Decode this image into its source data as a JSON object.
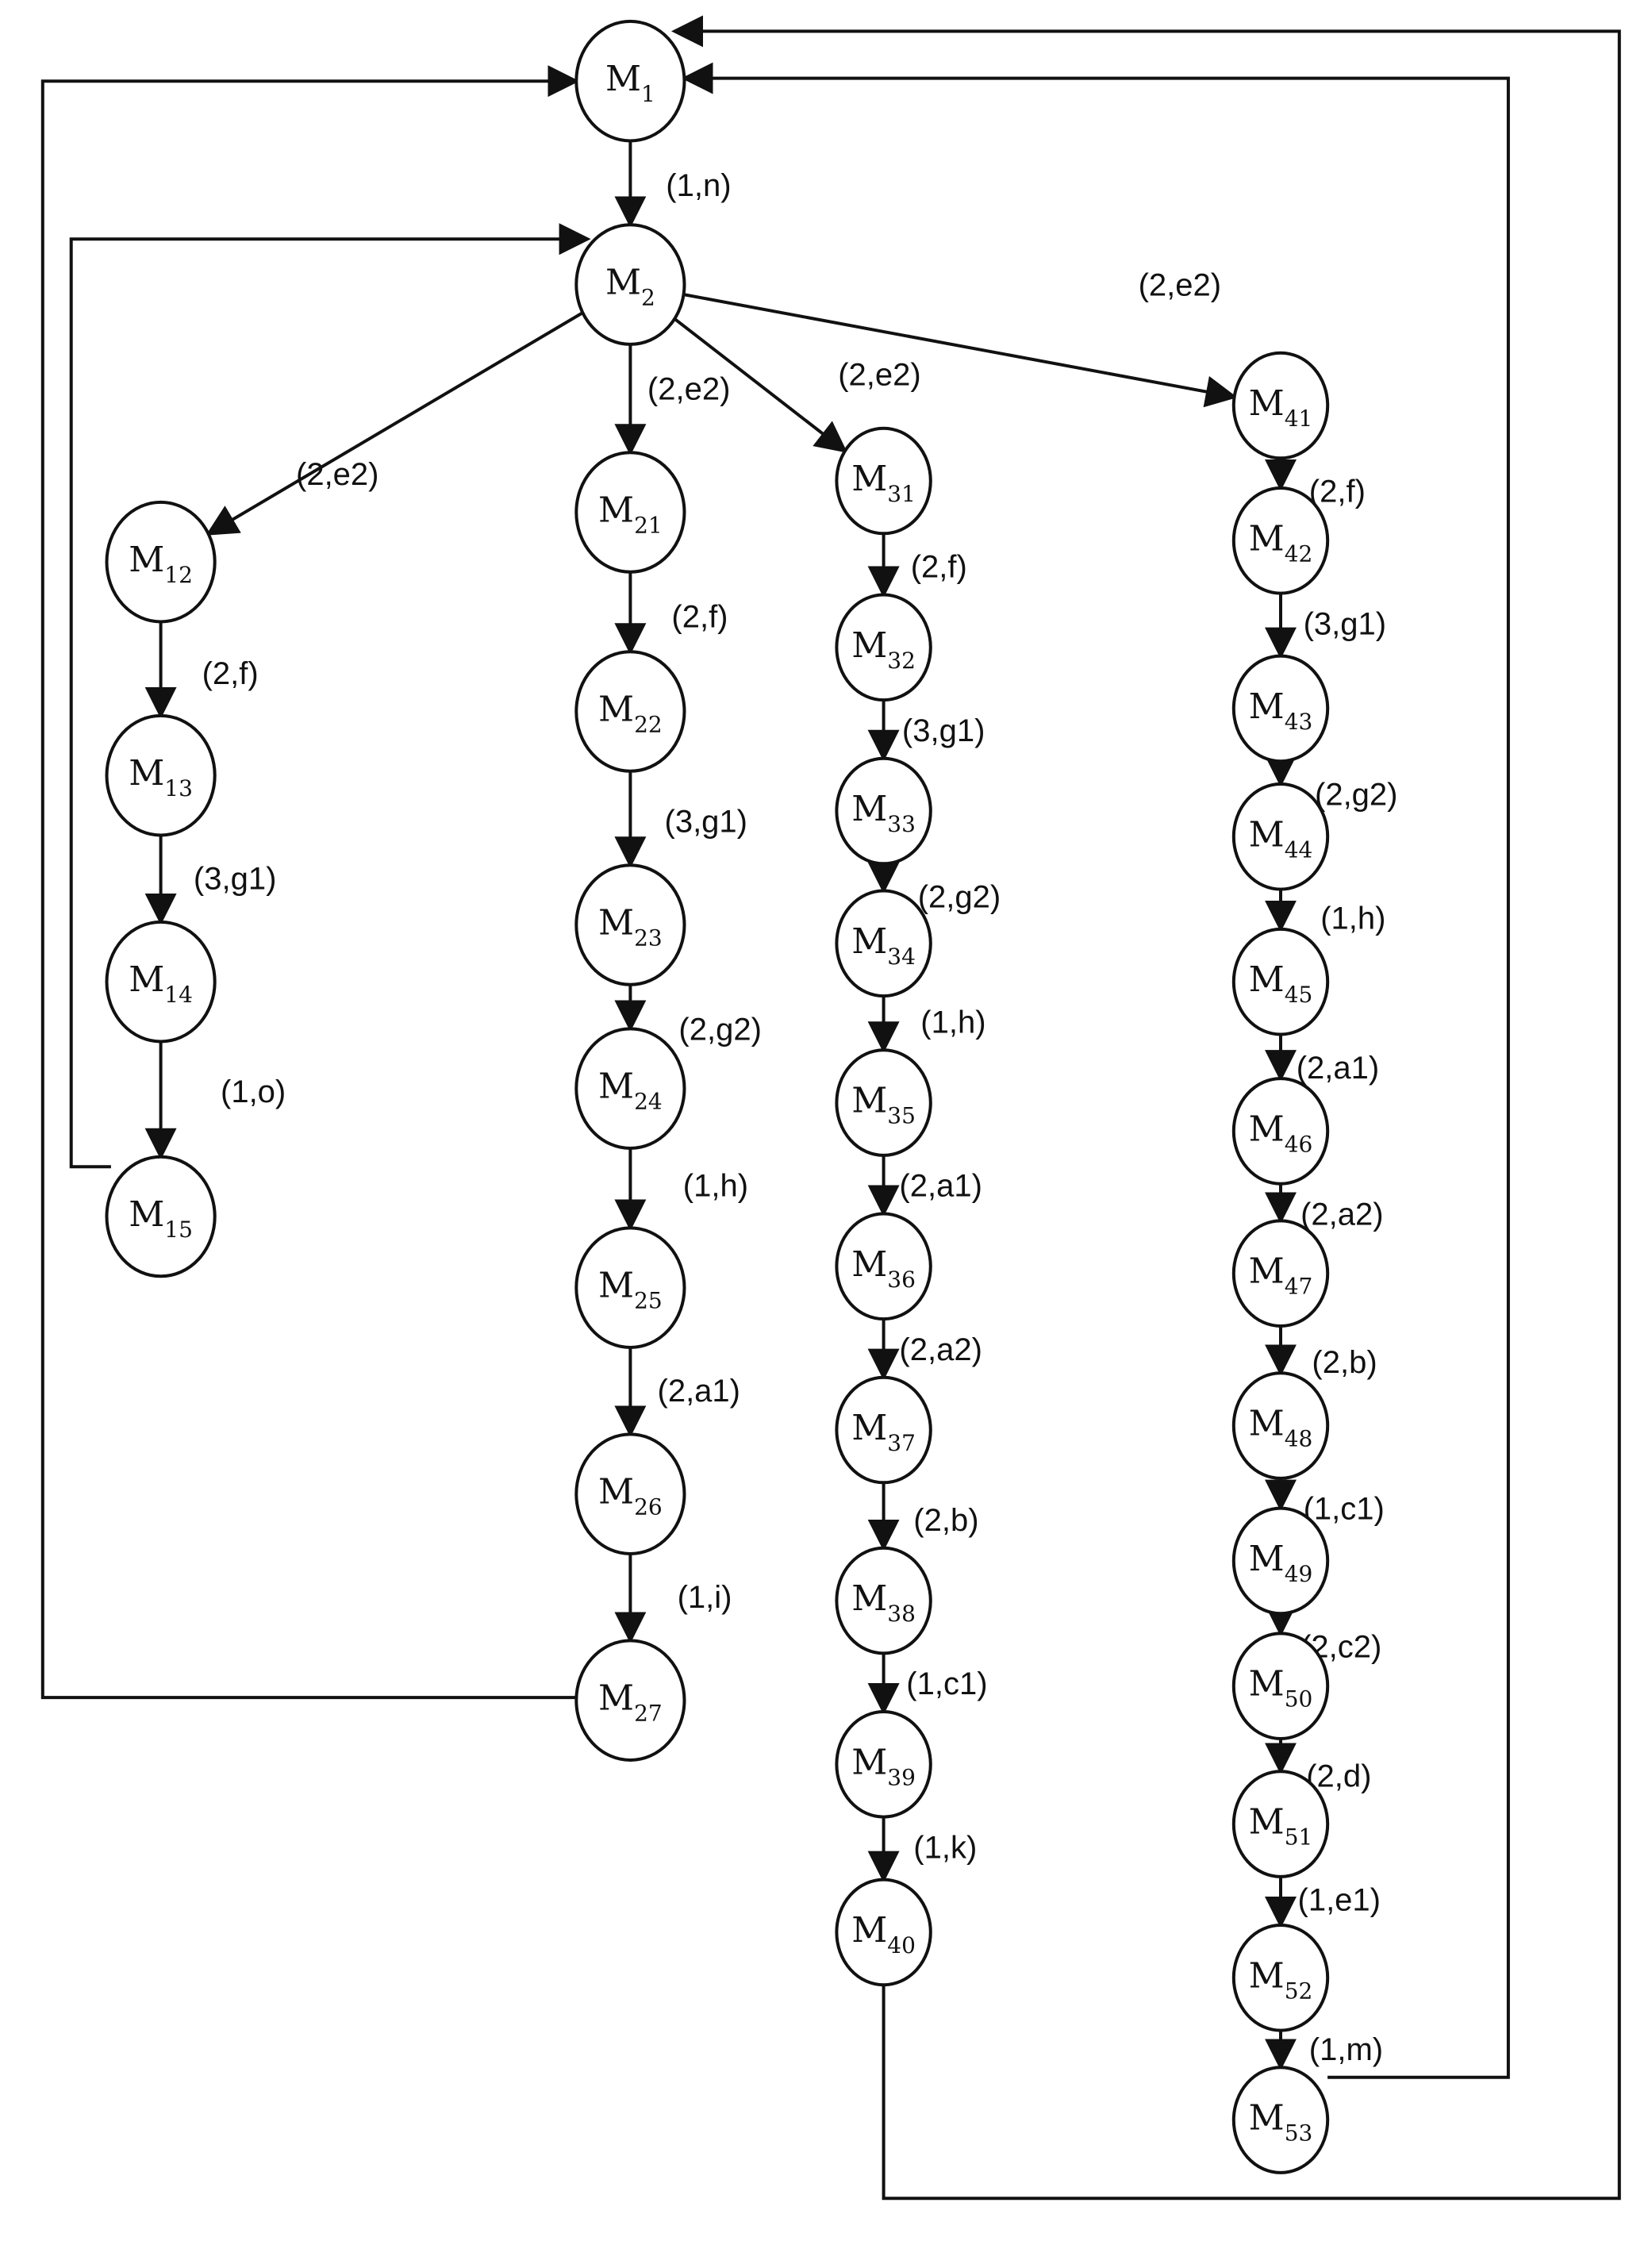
{
  "nodes": [
    {
      "id": "M1",
      "label": "M",
      "sub": "1"
    },
    {
      "id": "M2",
      "label": "M",
      "sub": "2"
    },
    {
      "id": "M12",
      "label": "M",
      "sub": "12"
    },
    {
      "id": "M13",
      "label": "M",
      "sub": "13"
    },
    {
      "id": "M14",
      "label": "M",
      "sub": "14"
    },
    {
      "id": "M15",
      "label": "M",
      "sub": "15"
    },
    {
      "id": "M21",
      "label": "M",
      "sub": "21"
    },
    {
      "id": "M22",
      "label": "M",
      "sub": "22"
    },
    {
      "id": "M23",
      "label": "M",
      "sub": "23"
    },
    {
      "id": "M24",
      "label": "M",
      "sub": "24"
    },
    {
      "id": "M25",
      "label": "M",
      "sub": "25"
    },
    {
      "id": "M26",
      "label": "M",
      "sub": "26"
    },
    {
      "id": "M27",
      "label": "M",
      "sub": "27"
    },
    {
      "id": "M31",
      "label": "M",
      "sub": "31"
    },
    {
      "id": "M32",
      "label": "M",
      "sub": "32"
    },
    {
      "id": "M33",
      "label": "M",
      "sub": "33"
    },
    {
      "id": "M34",
      "label": "M",
      "sub": "34"
    },
    {
      "id": "M35",
      "label": "M",
      "sub": "35"
    },
    {
      "id": "M36",
      "label": "M",
      "sub": "36"
    },
    {
      "id": "M37",
      "label": "M",
      "sub": "37"
    },
    {
      "id": "M38",
      "label": "M",
      "sub": "38"
    },
    {
      "id": "M39",
      "label": "M",
      "sub": "39"
    },
    {
      "id": "M40",
      "label": "M",
      "sub": "40"
    },
    {
      "id": "M41",
      "label": "M",
      "sub": "41"
    },
    {
      "id": "M42",
      "label": "M",
      "sub": "42"
    },
    {
      "id": "M43",
      "label": "M",
      "sub": "43"
    },
    {
      "id": "M44",
      "label": "M",
      "sub": "44"
    },
    {
      "id": "M45",
      "label": "M",
      "sub": "45"
    },
    {
      "id": "M46",
      "label": "M",
      "sub": "46"
    },
    {
      "id": "M47",
      "label": "M",
      "sub": "47"
    },
    {
      "id": "M48",
      "label": "M",
      "sub": "48"
    },
    {
      "id": "M49",
      "label": "M",
      "sub": "49"
    },
    {
      "id": "M50",
      "label": "M",
      "sub": "50"
    },
    {
      "id": "M51",
      "label": "M",
      "sub": "51"
    },
    {
      "id": "M52",
      "label": "M",
      "sub": "52"
    },
    {
      "id": "M53",
      "label": "M",
      "sub": "53"
    }
  ],
  "edges": [
    {
      "from": "M1",
      "to": "M2",
      "label": "(1,n)"
    },
    {
      "from": "M2",
      "to": "M12",
      "label": "(2,e2)"
    },
    {
      "from": "M2",
      "to": "M21",
      "label": "(2,e2)"
    },
    {
      "from": "M2",
      "to": "M31",
      "label": "(2,e2)"
    },
    {
      "from": "M2",
      "to": "M41",
      "label": "(2,e2)"
    },
    {
      "from": "M12",
      "to": "M13",
      "label": "(2,f)"
    },
    {
      "from": "M13",
      "to": "M14",
      "label": "(3,g1)"
    },
    {
      "from": "M14",
      "to": "M15",
      "label": "(1,o)"
    },
    {
      "from": "M15",
      "to": "M2",
      "label": ""
    },
    {
      "from": "M21",
      "to": "M22",
      "label": "(2,f)"
    },
    {
      "from": "M22",
      "to": "M23",
      "label": "(3,g1)"
    },
    {
      "from": "M23",
      "to": "M24",
      "label": "(2,g2)"
    },
    {
      "from": "M24",
      "to": "M25",
      "label": "(1,h)"
    },
    {
      "from": "M25",
      "to": "M26",
      "label": "(2,a1)"
    },
    {
      "from": "M26",
      "to": "M27",
      "label": "(1,i)"
    },
    {
      "from": "M27",
      "to": "M1",
      "label": ""
    },
    {
      "from": "M31",
      "to": "M32",
      "label": "(2,f)"
    },
    {
      "from": "M32",
      "to": "M33",
      "label": "(3,g1)"
    },
    {
      "from": "M33",
      "to": "M34",
      "label": "(2,g2)"
    },
    {
      "from": "M34",
      "to": "M35",
      "label": "(1,h)"
    },
    {
      "from": "M35",
      "to": "M36",
      "label": "(2,a1)"
    },
    {
      "from": "M36",
      "to": "M37",
      "label": "(2,a2)"
    },
    {
      "from": "M37",
      "to": "M38",
      "label": "(2,b)"
    },
    {
      "from": "M38",
      "to": "M39",
      "label": "(1,c1)"
    },
    {
      "from": "M39",
      "to": "M40",
      "label": "(1,k)"
    },
    {
      "from": "M40",
      "to": "M1",
      "label": ""
    },
    {
      "from": "M41",
      "to": "M42",
      "label": "(2,f)"
    },
    {
      "from": "M42",
      "to": "M43",
      "label": "(3,g1)"
    },
    {
      "from": "M43",
      "to": "M44",
      "label": "(2,g2)"
    },
    {
      "from": "M44",
      "to": "M45",
      "label": "(1,h)"
    },
    {
      "from": "M45",
      "to": "M46",
      "label": "(2,a1)"
    },
    {
      "from": "M46",
      "to": "M47",
      "label": "(2,a2)"
    },
    {
      "from": "M47",
      "to": "M48",
      "label": "(2,b)"
    },
    {
      "from": "M48",
      "to": "M49",
      "label": "(1,c1)"
    },
    {
      "from": "M49",
      "to": "M50",
      "label": "(2,c2)"
    },
    {
      "from": "M50",
      "to": "M51",
      "label": "(2,d)"
    },
    {
      "from": "M51",
      "to": "M52",
      "label": "(1,e1)"
    },
    {
      "from": "M52",
      "to": "M53",
      "label": "(1,m)"
    },
    {
      "from": "M53",
      "to": "M1",
      "label": ""
    }
  ]
}
